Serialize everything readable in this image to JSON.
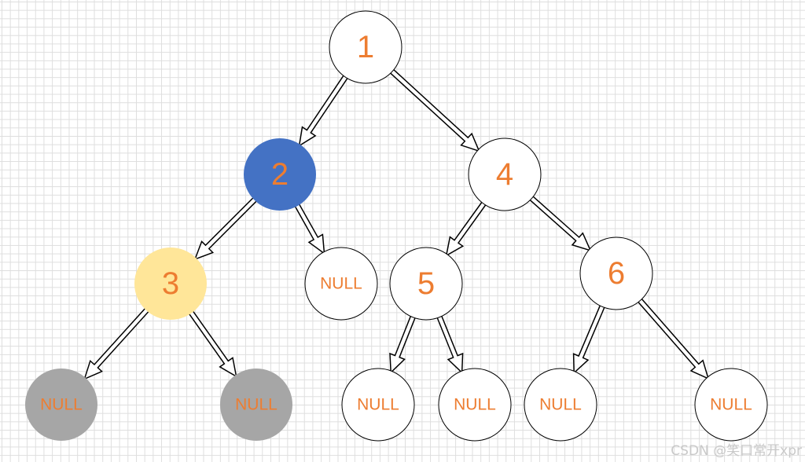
{
  "colors": {
    "accent_text": "#ED7D31",
    "current_node": "#4472C4",
    "visited_node": "#FFE699",
    "null_visited": "#A6A6A6",
    "default_node": "#FFFFFF"
  },
  "nodes": [
    {
      "id": "n1",
      "label": "1",
      "state": "default"
    },
    {
      "id": "n2",
      "label": "2",
      "state": "current"
    },
    {
      "id": "n4",
      "label": "4",
      "state": "default"
    },
    {
      "id": "n3",
      "label": "3",
      "state": "visited"
    },
    {
      "id": "null2",
      "label": "NULL",
      "state": "default"
    },
    {
      "id": "n5",
      "label": "5",
      "state": "default"
    },
    {
      "id": "n6",
      "label": "6",
      "state": "default"
    },
    {
      "id": "null3l",
      "label": "NULL",
      "state": "null_visited"
    },
    {
      "id": "null3r",
      "label": "NULL",
      "state": "null_visited"
    },
    {
      "id": "null5l",
      "label": "NULL",
      "state": "default"
    },
    {
      "id": "null5r",
      "label": "NULL",
      "state": "default"
    },
    {
      "id": "null6l",
      "label": "NULL",
      "state": "default"
    },
    {
      "id": "null6r",
      "label": "NULL",
      "state": "default"
    }
  ],
  "edges": [
    [
      "n1",
      "n2"
    ],
    [
      "n1",
      "n4"
    ],
    [
      "n2",
      "n3"
    ],
    [
      "n2",
      "null2"
    ],
    [
      "n4",
      "n5"
    ],
    [
      "n4",
      "n6"
    ],
    [
      "n3",
      "null3l"
    ],
    [
      "n3",
      "null3r"
    ],
    [
      "n5",
      "null5l"
    ],
    [
      "n5",
      "null5r"
    ],
    [
      "n6",
      "null6l"
    ],
    [
      "n6",
      "null6r"
    ]
  ],
  "watermark": "CSDN @笑口常开xpr"
}
